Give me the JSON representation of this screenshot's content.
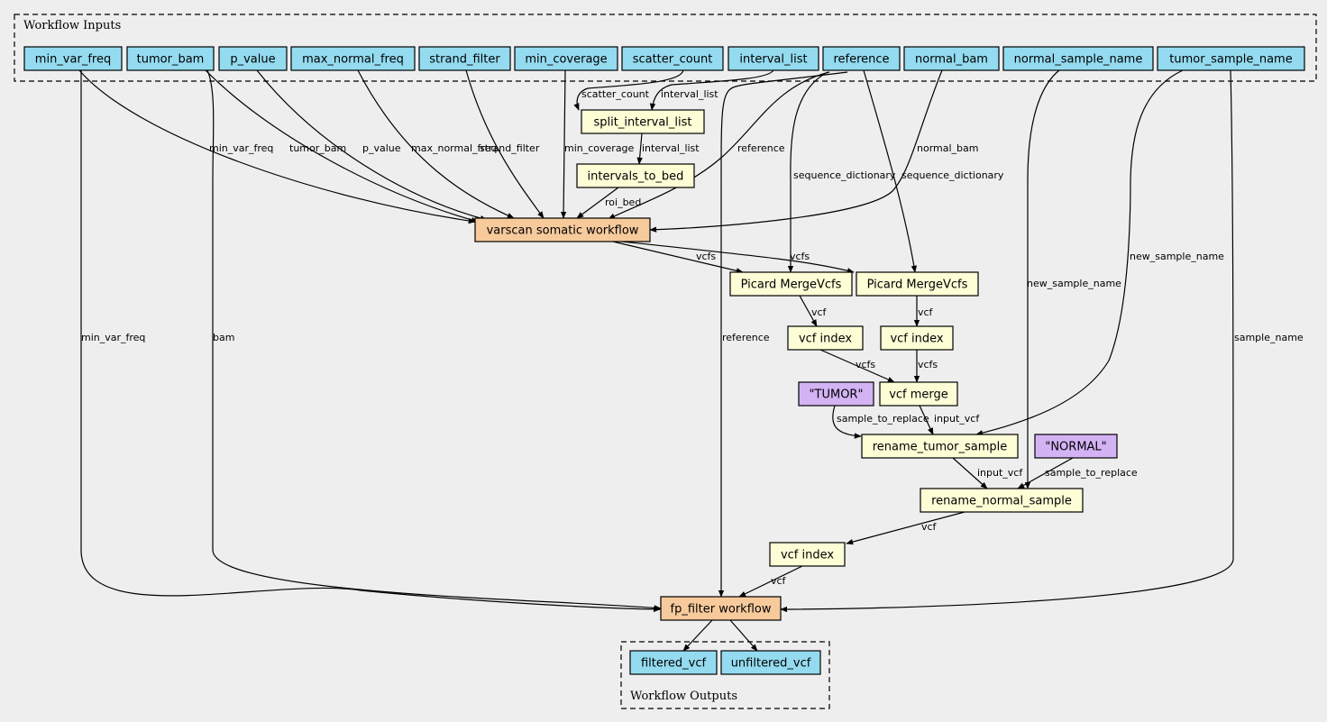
{
  "colors": {
    "input": "#94dbf0",
    "step": "#fdfdd6",
    "workflow": "#f7ca9c",
    "literal": "#d3b3f4",
    "background": "#eeeeee"
  },
  "clusters": {
    "inputs": "Workflow Inputs",
    "outputs": "Workflow Outputs"
  },
  "nodes": {
    "min_var_freq": {
      "label": "min_var_freq",
      "kind": "input"
    },
    "tumor_bam": {
      "label": "tumor_bam",
      "kind": "input"
    },
    "p_value": {
      "label": "p_value",
      "kind": "input"
    },
    "max_normal_freq": {
      "label": "max_normal_freq",
      "kind": "input"
    },
    "strand_filter": {
      "label": "strand_filter",
      "kind": "input"
    },
    "min_coverage": {
      "label": "min_coverage",
      "kind": "input"
    },
    "scatter_count": {
      "label": "scatter_count",
      "kind": "input"
    },
    "interval_list": {
      "label": "interval_list",
      "kind": "input"
    },
    "reference": {
      "label": "reference",
      "kind": "input"
    },
    "normal_bam": {
      "label": "normal_bam",
      "kind": "input"
    },
    "normal_sample_name": {
      "label": "normal_sample_name",
      "kind": "input"
    },
    "tumor_sample_name": {
      "label": "tumor_sample_name",
      "kind": "input"
    },
    "split_interval_list": {
      "label": "split_interval_list",
      "kind": "step"
    },
    "intervals_to_bed": {
      "label": "intervals_to_bed",
      "kind": "step"
    },
    "varscan": {
      "label": "varscan somatic workflow",
      "kind": "workflow"
    },
    "merge_snv": {
      "label": "Picard MergeVcfs",
      "kind": "step"
    },
    "merge_indel": {
      "label": "Picard MergeVcfs",
      "kind": "step"
    },
    "index_snv": {
      "label": "vcf index",
      "kind": "step"
    },
    "index_indel": {
      "label": "vcf index",
      "kind": "step"
    },
    "tumor_lit": {
      "label": "\"TUMOR\"",
      "kind": "literal"
    },
    "vcf_merge": {
      "label": "vcf merge",
      "kind": "step"
    },
    "rename_tumor": {
      "label": "rename_tumor_sample",
      "kind": "step"
    },
    "normal_lit": {
      "label": "\"NORMAL\"",
      "kind": "literal"
    },
    "rename_normal": {
      "label": "rename_normal_sample",
      "kind": "step"
    },
    "index_final": {
      "label": "vcf index",
      "kind": "step"
    },
    "fp_filter": {
      "label": "fp_filter workflow",
      "kind": "workflow"
    },
    "filtered_vcf": {
      "label": "filtered_vcf",
      "kind": "input"
    },
    "unfiltered_vcf": {
      "label": "unfiltered_vcf",
      "kind": "input"
    }
  },
  "edges": [
    {
      "from": "scatter_count",
      "to": "split_interval_list",
      "label": "scatter_count"
    },
    {
      "from": "interval_list",
      "to": "split_interval_list",
      "label": "interval_list"
    },
    {
      "from": "split_interval_list",
      "to": "intervals_to_bed",
      "label": "interval_list"
    },
    {
      "from": "min_var_freq",
      "to": "varscan",
      "label": "min_var_freq"
    },
    {
      "from": "tumor_bam",
      "to": "varscan",
      "label": "tumor_bam"
    },
    {
      "from": "p_value",
      "to": "varscan",
      "label": "p_value"
    },
    {
      "from": "max_normal_freq",
      "to": "varscan",
      "label": "max_normal_freq"
    },
    {
      "from": "strand_filter",
      "to": "varscan",
      "label": "strand_filter"
    },
    {
      "from": "min_coverage",
      "to": "varscan",
      "label": "min_coverage"
    },
    {
      "from": "intervals_to_bed",
      "to": "varscan",
      "label": "roi_bed"
    },
    {
      "from": "reference",
      "to": "varscan",
      "label": "reference"
    },
    {
      "from": "normal_bam",
      "to": "varscan",
      "label": "normal_bam"
    },
    {
      "from": "reference",
      "to": "merge_snv",
      "label": "sequence_dictionary"
    },
    {
      "from": "reference",
      "to": "merge_indel",
      "label": "sequence_dictionary"
    },
    {
      "from": "varscan",
      "to": "merge_snv",
      "label": "vcfs"
    },
    {
      "from": "varscan",
      "to": "merge_indel",
      "label": "vcfs"
    },
    {
      "from": "merge_snv",
      "to": "index_snv",
      "label": "vcf"
    },
    {
      "from": "merge_indel",
      "to": "index_indel",
      "label": "vcf"
    },
    {
      "from": "index_snv",
      "to": "vcf_merge",
      "label": "vcfs"
    },
    {
      "from": "index_indel",
      "to": "vcf_merge",
      "label": "vcfs"
    },
    {
      "from": "tumor_lit",
      "to": "rename_tumor",
      "label": "sample_to_replace"
    },
    {
      "from": "vcf_merge",
      "to": "rename_tumor",
      "label": "input_vcf"
    },
    {
      "from": "tumor_sample_name",
      "to": "rename_tumor",
      "label": "new_sample_name"
    },
    {
      "from": "rename_tumor",
      "to": "rename_normal",
      "label": "input_vcf"
    },
    {
      "from": "normal_lit",
      "to": "rename_normal",
      "label": "sample_to_replace"
    },
    {
      "from": "normal_sample_name",
      "to": "rename_normal",
      "label": "new_sample_name"
    },
    {
      "from": "rename_normal",
      "to": "index_final",
      "label": "vcf"
    },
    {
      "from": "min_var_freq",
      "to": "fp_filter",
      "label": "min_var_freq"
    },
    {
      "from": "tumor_bam",
      "to": "fp_filter",
      "label": "bam"
    },
    {
      "from": "reference",
      "to": "fp_filter",
      "label": "reference"
    },
    {
      "from": "index_final",
      "to": "fp_filter",
      "label": "vcf"
    },
    {
      "from": "tumor_sample_name",
      "to": "fp_filter",
      "label": "sample_name"
    },
    {
      "from": "fp_filter",
      "to": "filtered_vcf",
      "label": ""
    },
    {
      "from": "fp_filter",
      "to": "unfiltered_vcf",
      "label": ""
    }
  ]
}
